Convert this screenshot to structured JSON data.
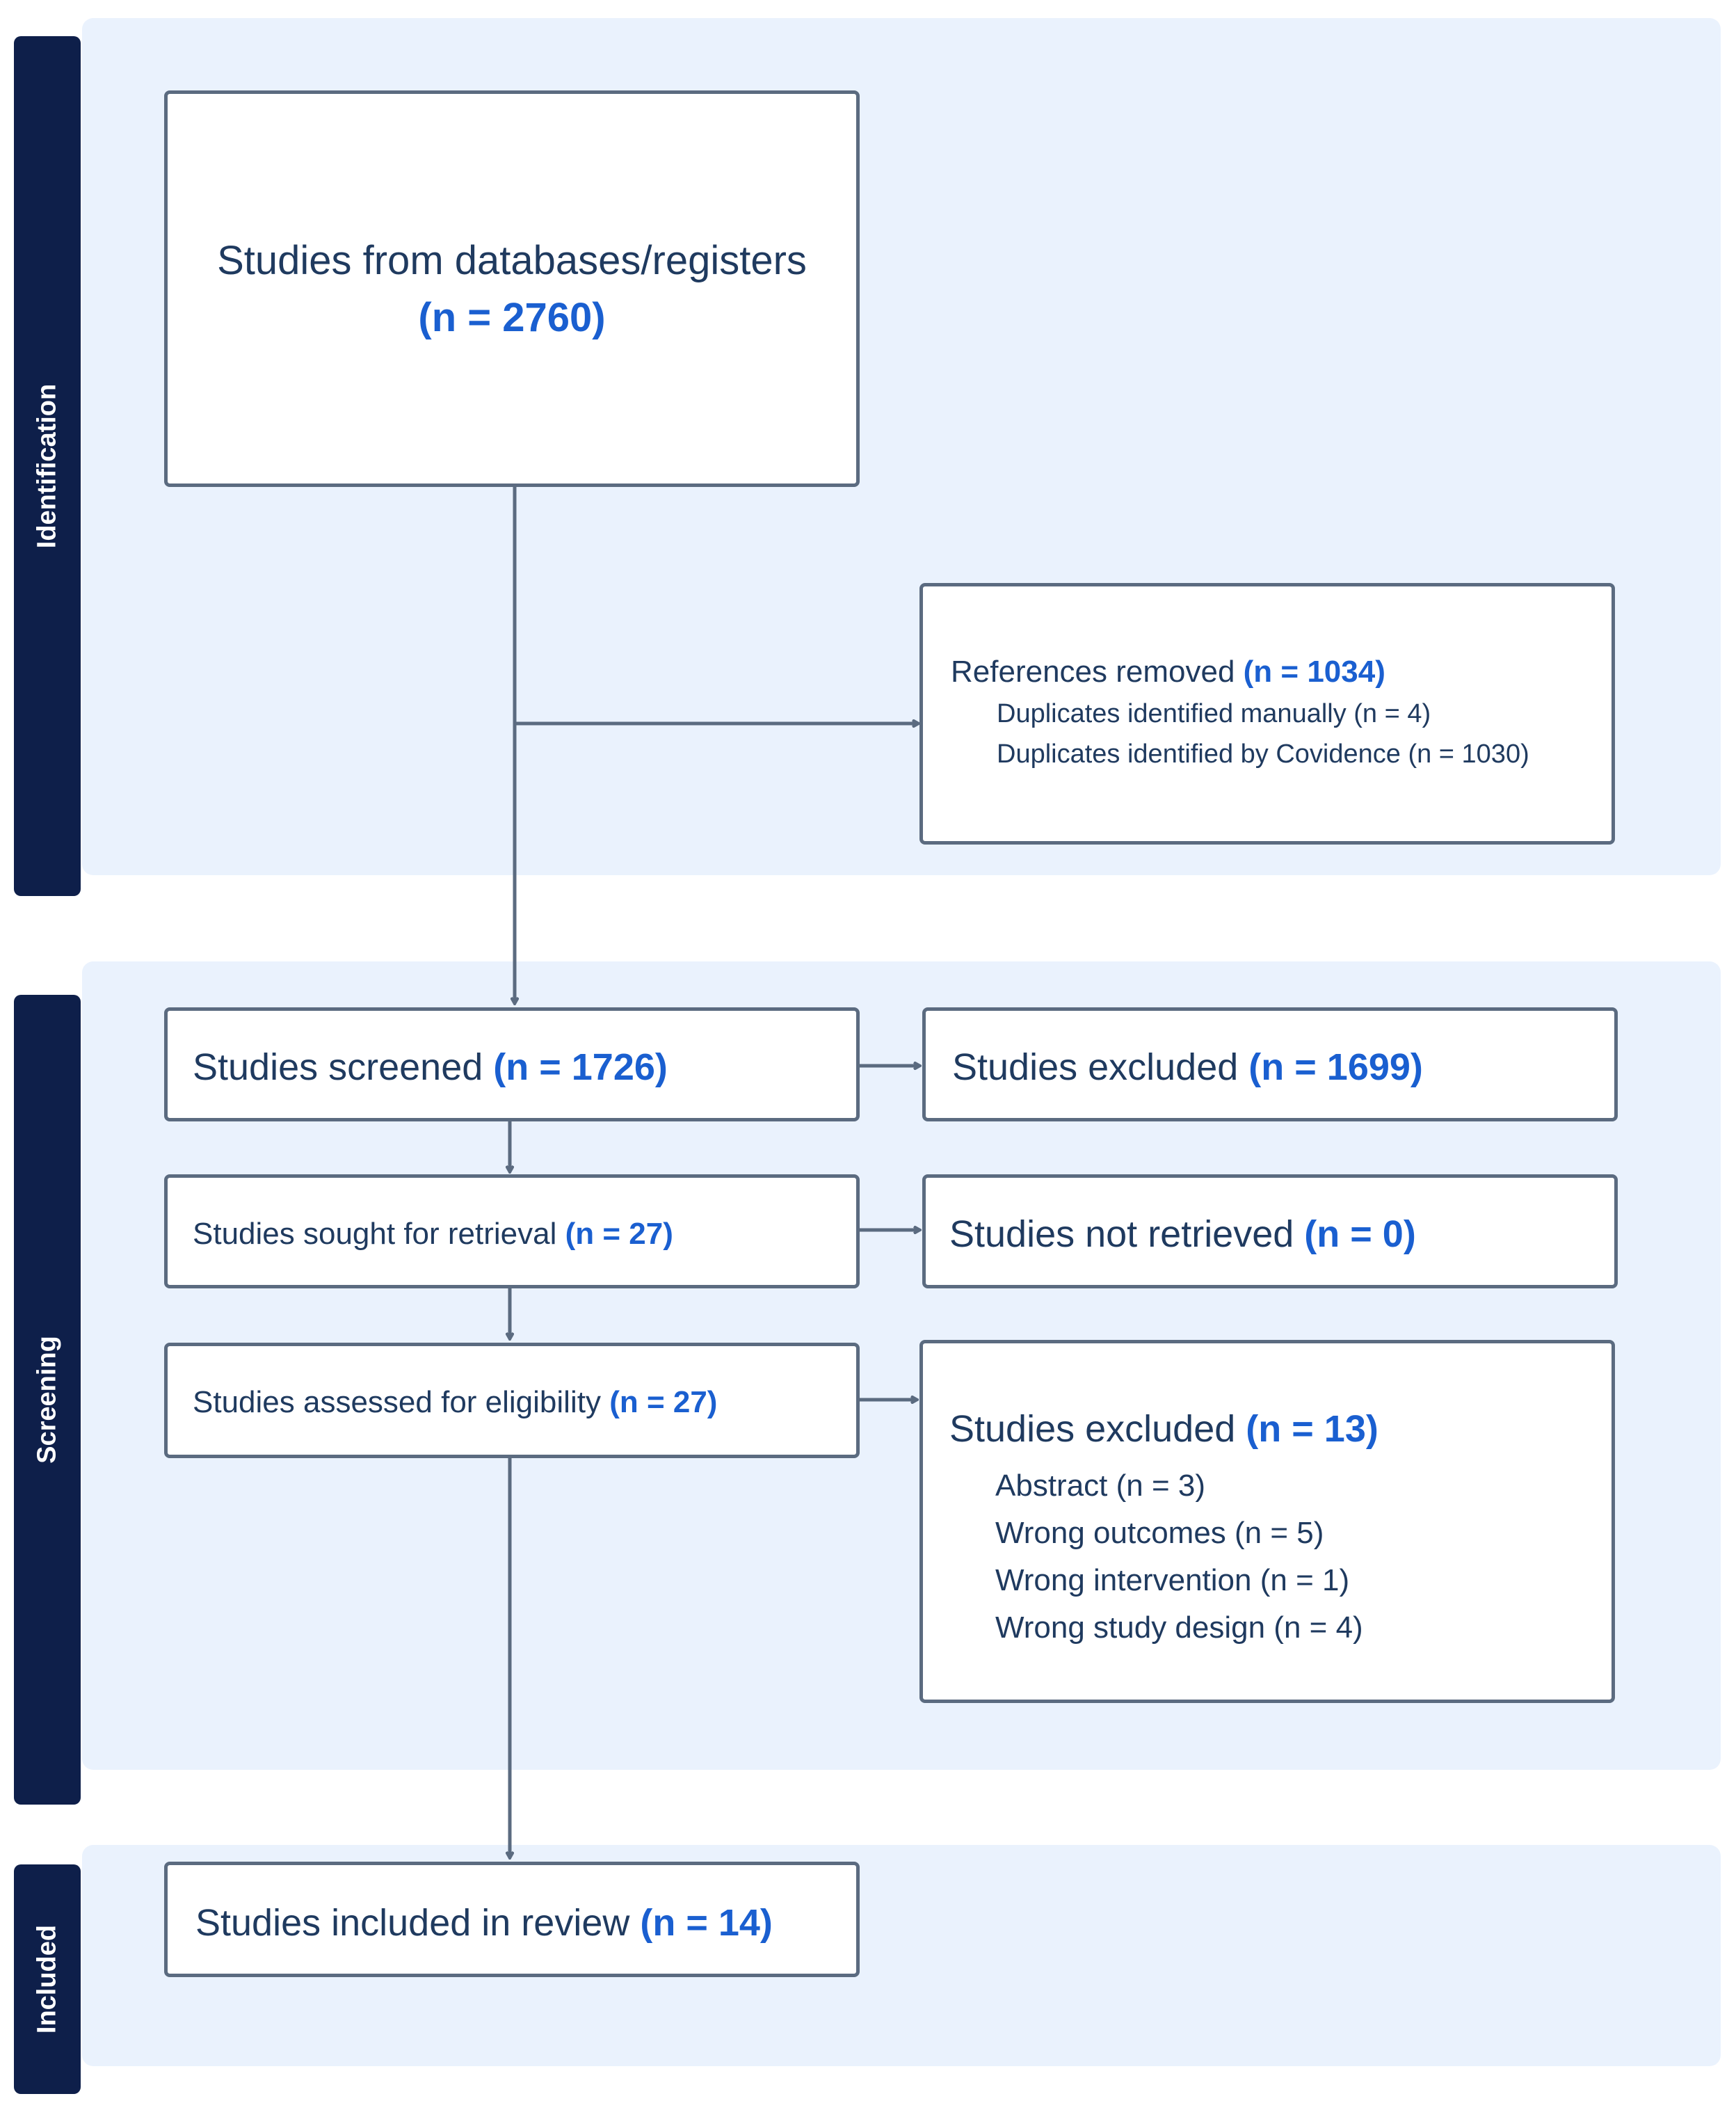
{
  "stages": {
    "identification": "Identification",
    "screening": "Screening",
    "included": "Included"
  },
  "boxes": {
    "databases": {
      "label": "Studies from databases/registers",
      "count": "(n = 2760)"
    },
    "removed": {
      "label": "References removed ",
      "count": "(n = 1034)",
      "details": [
        "Duplicates identified manually (n = 4)",
        "Duplicates identified by Covidence (n = 1030)"
      ]
    },
    "screened": {
      "label": "Studies screened ",
      "count": "(n = 1726)"
    },
    "excluded_screen": {
      "label": "Studies excluded ",
      "count": "(n = 1699)"
    },
    "sought": {
      "label": "Studies sought for retrieval ",
      "count": "(n = 27)"
    },
    "not_retrieved": {
      "label": "Studies not retrieved ",
      "count": "(n = 0)"
    },
    "assessed": {
      "label": "Studies assessed for eligibility ",
      "count": "(n = 27)"
    },
    "excluded_full": {
      "label": "Studies excluded ",
      "count": "(n = 13)",
      "reasons": [
        "Abstract (n = 3)",
        "Wrong outcomes (n = 5)",
        "Wrong intervention (n = 1)",
        "Wrong study design (n = 4)"
      ]
    },
    "included": {
      "label": "Studies included in review ",
      "count": "(n = 14)"
    }
  }
}
